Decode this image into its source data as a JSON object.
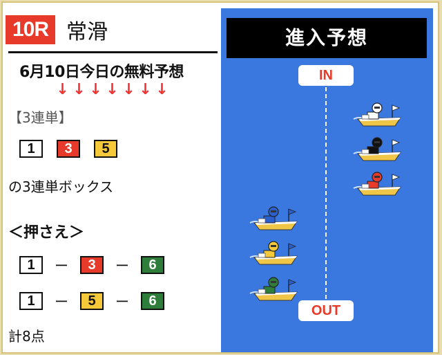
{
  "race": {
    "number": "10R",
    "venue": "常滑"
  },
  "title": "6月10日今日の無料予想",
  "arrows": [
    "↓",
    "↓",
    "↓",
    "↓",
    "↓",
    "↓",
    "↓"
  ],
  "trifecta": {
    "label": "【3連単】",
    "numbers": [
      "1",
      "3",
      "5"
    ],
    "box_text": "の3連単ボックス"
  },
  "osae": {
    "label": "＜押さえ＞",
    "combos": [
      {
        "first": "1",
        "second": "3",
        "third": "6"
      },
      {
        "first": "1",
        "second": "5",
        "third": "6"
      }
    ],
    "dash": "ー"
  },
  "total": "計8点",
  "forecast": {
    "header": "進入予想",
    "in_label": "IN",
    "out_label": "OUT",
    "boats": [
      {
        "racer_color": "#ffffff",
        "position": "inner"
      },
      {
        "racer_color": "#111111",
        "position": "inner"
      },
      {
        "racer_color": "#e73a2a",
        "position": "inner"
      },
      {
        "racer_color": "#2a5fcc",
        "position": "outer"
      },
      {
        "racer_color": "#f5c93a",
        "position": "outer"
      },
      {
        "racer_color": "#2f7d3a",
        "position": "outer"
      }
    ]
  },
  "colors": {
    "red": "#e73a2a",
    "yellow": "#f5c93a",
    "green": "#2f7d3a",
    "blue_panel": "#3a78e0"
  }
}
